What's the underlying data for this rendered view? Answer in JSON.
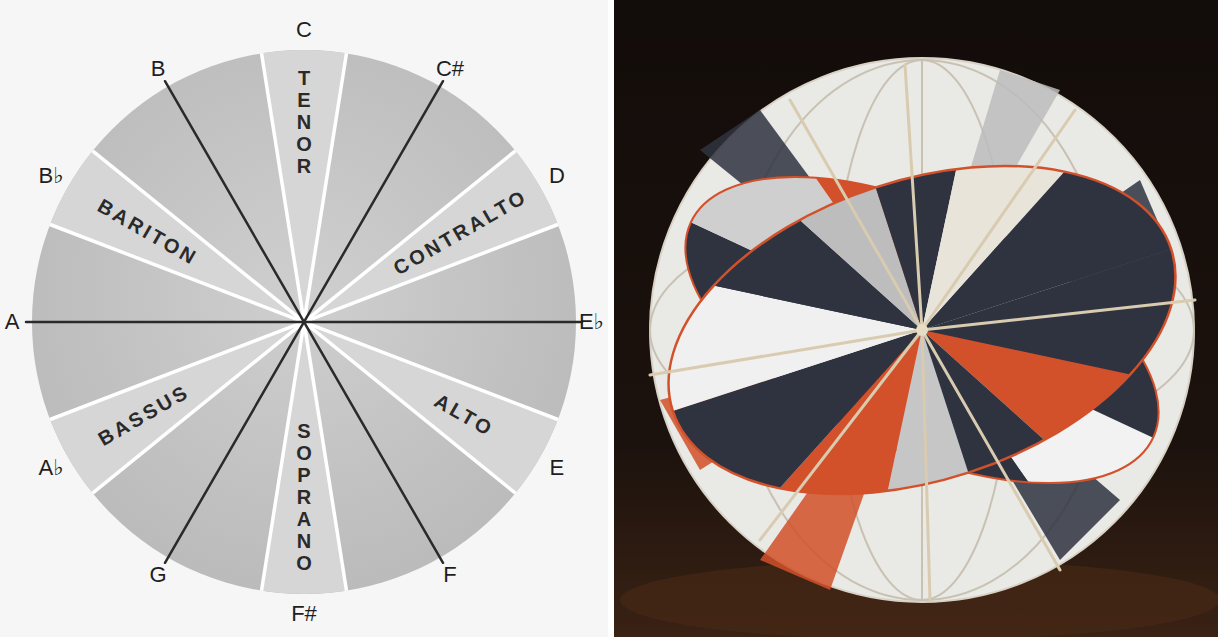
{
  "diagram": {
    "labels": [
      "C",
      "C#",
      "D",
      "E♭",
      "E",
      "F",
      "F#",
      "G",
      "A♭",
      "A",
      "B♭",
      "B",
      "TENOR",
      "CONTRALTO",
      "ALTO",
      "SOPRANO",
      "BASSUS",
      "BARITON"
    ]
  }
}
